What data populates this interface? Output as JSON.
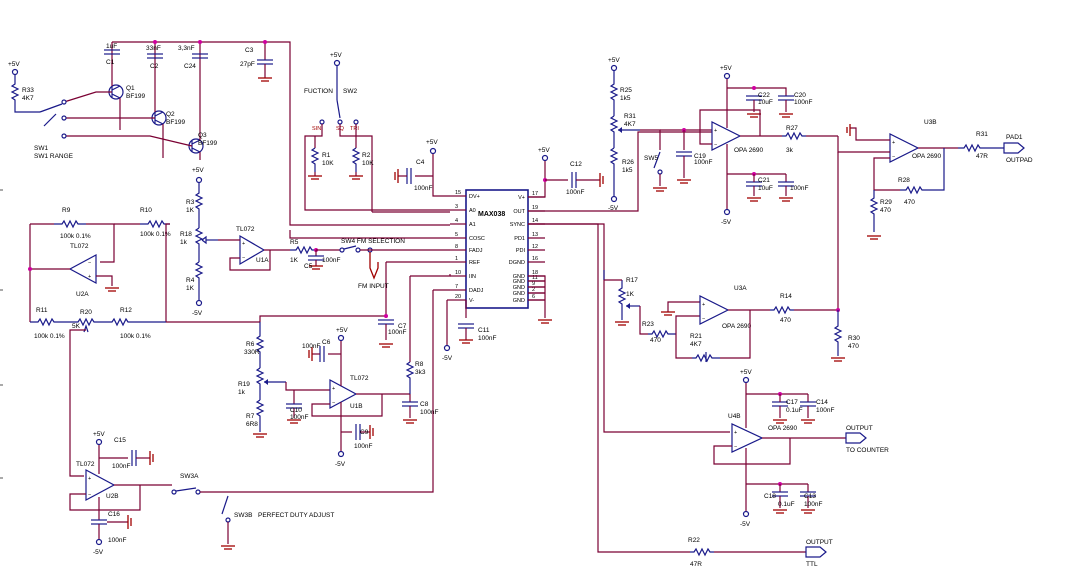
{
  "ic": {
    "name": "MAX038",
    "left_pins": [
      {
        "num": "15",
        "name": "DV+"
      },
      {
        "num": "3",
        "name": "A0"
      },
      {
        "num": "4",
        "name": "A1"
      },
      {
        "num": "5",
        "name": "COSC"
      },
      {
        "num": "8",
        "name": "FADJ"
      },
      {
        "num": "1",
        "name": "REF"
      },
      {
        "num": "10",
        "name": "IIN"
      },
      {
        "num": "7",
        "name": "DADJ"
      },
      {
        "num": "20",
        "name": "V-"
      }
    ],
    "right_pins": [
      {
        "num": "17",
        "name": "V+"
      },
      {
        "num": "19",
        "name": "OUT"
      },
      {
        "num": "14",
        "name": "SYNC"
      },
      {
        "num": "13",
        "name": "PD1"
      },
      {
        "num": "12",
        "name": "PDI"
      },
      {
        "num": "16",
        "name": "DGND"
      },
      {
        "num": "18",
        "name": "GND"
      },
      {
        "num": "11",
        "name": "GND"
      },
      {
        "num": "9",
        "name": "GND"
      },
      {
        "num": "2",
        "name": "GND"
      },
      {
        "num": "6",
        "name": "GND"
      }
    ]
  },
  "labels": {
    "sw1_ref": "SW1",
    "sw1_name": "SW1 RANGE",
    "sw2_ref": "SW2",
    "sw2_name": "FUCTION",
    "sw2_sin": "SIN",
    "sw2_sq": "SQ",
    "sw2_tri": "TRI",
    "sw4": "SW4 FM SELECTION",
    "fm_input": "FM INPUT",
    "sw3a": "SW3A",
    "sw3b": "SW3B",
    "duty": "PERFECT DUTY ADJUST",
    "sw5": "SW5",
    "pad1": "PAD1",
    "outpad": "OUTPAD",
    "output1": "OUTPUT",
    "to_counter": "TO COUNTER",
    "output2": "OUTPUT",
    "ttl": "TTL",
    "p5v": "+5V",
    "n5v": "-5V",
    "cap_1uf": "1uF",
    "cap_33nf": "33nF",
    "cap_3n3": "3,3nF",
    "cap_27pf": "27pF",
    "cap_100nf": "100nF",
    "cap_01uf": "0.1uF",
    "cap_10uf": "10uF",
    "res_4k7": "4K7",
    "res_4k7b": "4k7",
    "res_1k": "1K",
    "res_1kl": "1k",
    "res_1k5": "1k5",
    "res_10k": "10K",
    "res_100k": "100k 0.1%",
    "res_5k": "5K",
    "res_330r": "330R",
    "res_3k3": "3k3",
    "res_6r8": "6R8",
    "res_470": "470",
    "res_3k": "3k",
    "res_47r": "47R",
    "opa": "OPA 2690",
    "tl072": "TL072",
    "bf199": "BF199"
  },
  "refs": {
    "R33": "R33",
    "R1": "R1",
    "R2": "R2",
    "R3": "R3",
    "R4": "R4",
    "R5": "R5",
    "R6": "R6",
    "R7": "R7",
    "R8": "R8",
    "R9": "R9",
    "R10": "R10",
    "R11": "R11",
    "R12": "R12",
    "R14": "R14",
    "R17": "R17",
    "R18": "R18",
    "R19": "R19",
    "R20": "R20",
    "R21": "R21",
    "R22": "R22",
    "R23": "R23",
    "R25": "R25",
    "R26": "R26",
    "R27": "R27",
    "R28": "R28",
    "R29": "R29",
    "R30": "R30",
    "R31": "R31",
    "R31b": "R31",
    "C1": "C1",
    "C2": "C2",
    "C3": "C3",
    "C4": "C4",
    "C5": "C5",
    "C6": "C6",
    "C7": "C7",
    "C8": "C8",
    "C9": "C9",
    "C10": "C10",
    "C11": "C11",
    "C12": "C12",
    "C13": "C13",
    "C14": "C14",
    "C15": "C15",
    "C16": "C16",
    "C17": "C17",
    "C18": "C18",
    "C19": "C19",
    "C20": "C20",
    "C21": "C21",
    "C22": "C22",
    "C24": "C24",
    "Q1": "Q1",
    "Q2": "Q2",
    "Q3": "Q3",
    "U1A": "U1A",
    "U1B": "U1B",
    "U2A": "U2A",
    "U2B": "U2B",
    "U3A": "U3A",
    "U3B": "U3B",
    "U4B": "U4B"
  }
}
